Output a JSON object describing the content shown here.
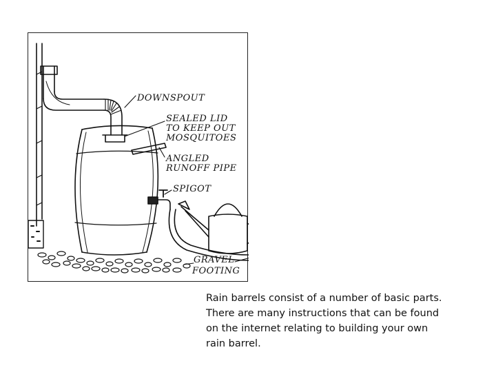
{
  "diagram": {
    "labels": {
      "downspout": "DOWNSPOUT",
      "sealed_lid_1": "SEALED LID",
      "sealed_lid_2": "TO KEEP OUT",
      "sealed_lid_3": "MOSQUITOES",
      "angled_1": "ANGLED",
      "angled_2": "RUNOFF PIPE",
      "spigot": "SPIGOT",
      "gravel_1": "GRAVEL",
      "gravel_2": "FOOTING"
    }
  },
  "caption": "Rain barrels consist of a number of basic parts. There are many instructions that can be found on the internet relating to building your own rain barrel."
}
